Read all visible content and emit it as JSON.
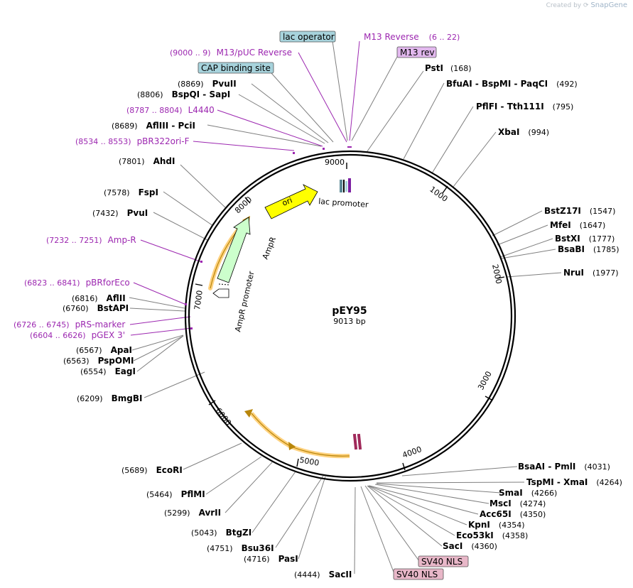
{
  "credit": {
    "created_by": "Created by",
    "brand": "SnapGene"
  },
  "plasmid": {
    "name": "pEY95",
    "length": "9013 bp"
  },
  "ticks": [
    "1000",
    "2000",
    "3000",
    "4000",
    "5000",
    "6000",
    "7000",
    "8000",
    "9000"
  ],
  "features": {
    "ori": "ori",
    "ampr": "AmpR",
    "ampr_promoter": "AmpR promoter",
    "lac_promoter": "lac promoter"
  },
  "site_labels": [
    {
      "name": "PstI",
      "pos": "(168)"
    },
    {
      "name": "BfuAI  -  BspMI  -  PaqCI",
      "pos": "(492)"
    },
    {
      "name": "PflFI  -  Tth111I",
      "pos": "(795)"
    },
    {
      "name": "XbaI",
      "pos": "(994)"
    },
    {
      "name": "BstZ17I",
      "pos": "(1547)"
    },
    {
      "name": "MfeI",
      "pos": "(1647)"
    },
    {
      "name": "BstXI",
      "pos": "(1777)"
    },
    {
      "name": "BsaBI",
      "pos": "(1785)"
    },
    {
      "name": "NruI",
      "pos": "(1977)"
    },
    {
      "name": "BsaAI  -  PmlI",
      "pos": "(4031)"
    },
    {
      "name": "TspMI  -  XmaI",
      "pos": "(4264)"
    },
    {
      "name": "SmaI",
      "pos": "(4266)"
    },
    {
      "name": "MscI",
      "pos": "(4274)"
    },
    {
      "name": "Acc65I",
      "pos": "(4350)"
    },
    {
      "name": "KpnI",
      "pos": "(4354)"
    },
    {
      "name": "Eco53kI",
      "pos": "(4358)"
    },
    {
      "name": "SacI",
      "pos": "(4360)"
    },
    {
      "name": "SacII",
      "pos": "(4444)"
    },
    {
      "name": "PasI",
      "pos": "(4716)"
    },
    {
      "name": "Bsu36I",
      "pos": "(4751)"
    },
    {
      "name": "BtgZI",
      "pos": "(5043)"
    },
    {
      "name": "AvrII",
      "pos": "(5299)"
    },
    {
      "name": "PflMI",
      "pos": "(5464)"
    },
    {
      "name": "EcoRI",
      "pos": "(5689)"
    },
    {
      "name": "BmgBI",
      "pos": "(6209)"
    },
    {
      "name": "EagI",
      "pos": "(6554)"
    },
    {
      "name": "PspOMI",
      "pos": "(6563)"
    },
    {
      "name": "ApaI",
      "pos": "(6567)"
    },
    {
      "name": "BstAPI",
      "pos": "(6760)"
    },
    {
      "name": "AflII",
      "pos": "(6816)"
    },
    {
      "name": "PvuI",
      "pos": "(7432)"
    },
    {
      "name": "FspI",
      "pos": "(7578)"
    },
    {
      "name": "AhdI",
      "pos": "(7801)"
    },
    {
      "name": "AflIII  -  PciI",
      "pos": "(8689)"
    },
    {
      "name": "BspQI  -  SapI",
      "pos": "(8806)"
    },
    {
      "name": "PvuII",
      "pos": "(8869)"
    }
  ],
  "primer_labels": [
    {
      "name": "M13 Reverse",
      "pos": "(6 .. 22)"
    },
    {
      "name": "M13/pUC Reverse",
      "pos": "(9000 .. 9)"
    },
    {
      "name": "L4440",
      "pos": "(8787 .. 8804)"
    },
    {
      "name": "pBR322ori-F",
      "pos": "(8534 .. 8553)"
    },
    {
      "name": "Amp-R",
      "pos": "(7232 .. 7251)"
    },
    {
      "name": "pBRforEco",
      "pos": "(6823 .. 6841)"
    },
    {
      "name": "pRS-marker",
      "pos": "(6726 .. 6745)"
    },
    {
      "name": "pGEX 3'",
      "pos": "(6604 .. 6626)"
    }
  ],
  "boxed_labels": [
    {
      "text": "lac operator",
      "fill": "#a7d3dc"
    },
    {
      "text": "M13 rev",
      "fill": "#e2b8ee"
    },
    {
      "text": "CAP binding site",
      "fill": "#a7d3dc"
    },
    {
      "text": "SV40 NLS",
      "fill": "#e8b7c8"
    },
    {
      "text": "SV40 NLS",
      "fill": "#e8b7c8"
    }
  ],
  "colors": {
    "primer": "#9c27b0",
    "ori": "#ffff00",
    "ampr": "#ccffcc",
    "orf": "#ffd27f",
    "backbone": "#000000",
    "leader": "#7f7f7f"
  }
}
